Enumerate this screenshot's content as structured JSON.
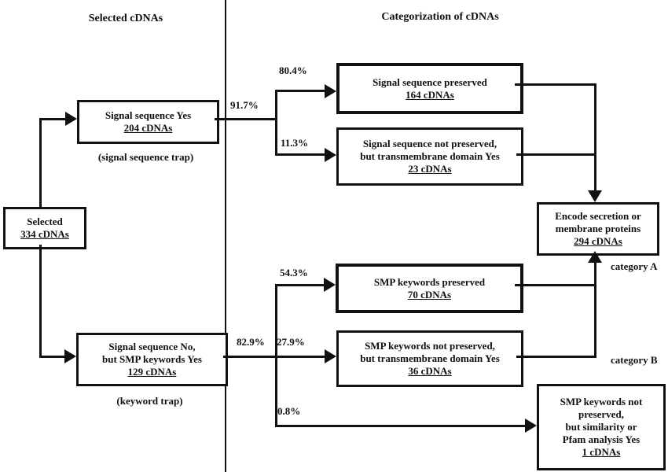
{
  "diagram": {
    "headers": {
      "left": "Selected cDNAs",
      "right": "Categorization of cDNAs"
    },
    "nodes": {
      "selected": {
        "line1": "Selected",
        "count": "334 cDNAs"
      },
      "signal_yes": {
        "line1": "Signal sequence Yes",
        "count": "204 cDNAs",
        "caption": "(signal sequence trap)"
      },
      "signal_no": {
        "line1": "Signal sequence No,",
        "line2": "but SMP keywords Yes",
        "count": "129 cDNAs",
        "caption": "(keyword trap)"
      },
      "sig_preserved": {
        "line1": "Signal sequence preserved",
        "count": "164 cDNAs"
      },
      "sig_not_preserved": {
        "line1": "Signal sequence not preserved,",
        "line2": "but transmembrane domain Yes",
        "count": "23 cDNAs"
      },
      "smp_preserved": {
        "line1": "SMP keywords preserved",
        "count": "70 cDNAs"
      },
      "smp_not_preserved": {
        "line1": "SMP keywords not preserved,",
        "line2": "but transmembrane domain Yes",
        "count": "36 cDNAs"
      },
      "encode": {
        "line1": "Encode secretion or",
        "line2": "membrane proteins",
        "count": "294 cDNAs"
      },
      "similarity": {
        "line1": "SMP keywords not",
        "line2": "preserved,",
        "line3": "but similarity or",
        "line4": "Pfam analysis Yes",
        "count": "1 cDNAs"
      }
    },
    "labels": {
      "pct_signal_yes": "91.7%",
      "pct_sig_preserved": "80.4%",
      "pct_sig_not_preserved": "11.3%",
      "pct_signal_no": "82.9%",
      "pct_smp_preserved": "54.3%",
      "pct_smp_not_preserved": "27.9%",
      "pct_similarity": "0.8%",
      "category_a": "category A",
      "category_b": "category B"
    },
    "colors": {
      "ink": "#111111",
      "background": "#ffffff"
    }
  }
}
